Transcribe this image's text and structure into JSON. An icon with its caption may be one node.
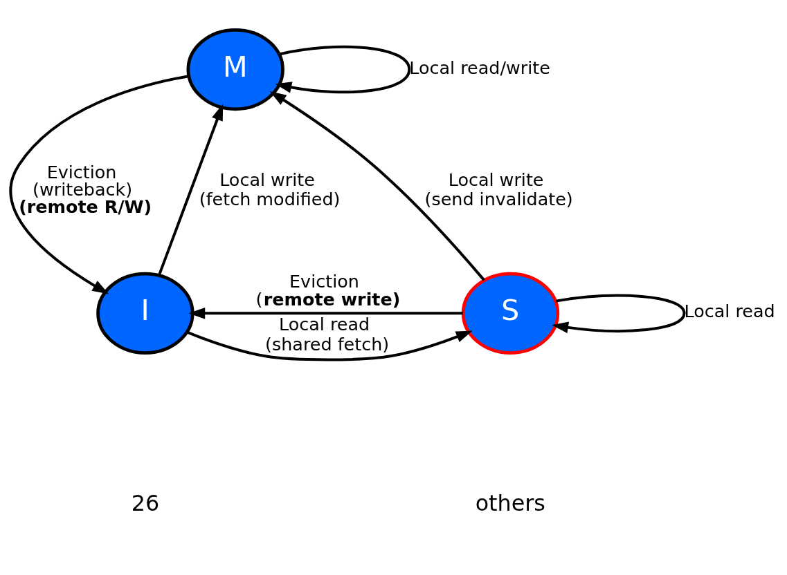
{
  "diagram": {
    "nodes": [
      {
        "text": [
          "M"
        ]
      },
      {
        "text": [
          "S"
        ]
      },
      {
        "text": [
          "I"
        ]
      }
    ],
    "edges": [
      {
        "from": 0,
        "to": 0,
        "arrow": "to",
        "label": "Local read/write"
      },
      {
        "from": 1,
        "to": 0,
        "arrow": "to",
        "label": "Local write (send invalidate)"
      },
      {
        "from": 2,
        "to": 0,
        "arrow": "to",
        "label": "Local write (fetch modified)"
      },
      {
        "from": 0,
        "to": 2,
        "arrow": "to",
        "label": "Eviction (writeback) **(remote R/W)**"
      },
      {
        "from": 1,
        "to": 1,
        "arrow": "to",
        "label": "Local read"
      },
      {
        "from": 1,
        "to": 2,
        "arrow": "to",
        "label": "Eviction (**remote write)**"
      },
      {
        "from": 2,
        "to": 1,
        "arrow": "to",
        "label": "Local read (shared fetch)"
      }
    ],
    "labels": [
      "others",
      "26"
    ]
  }
}
